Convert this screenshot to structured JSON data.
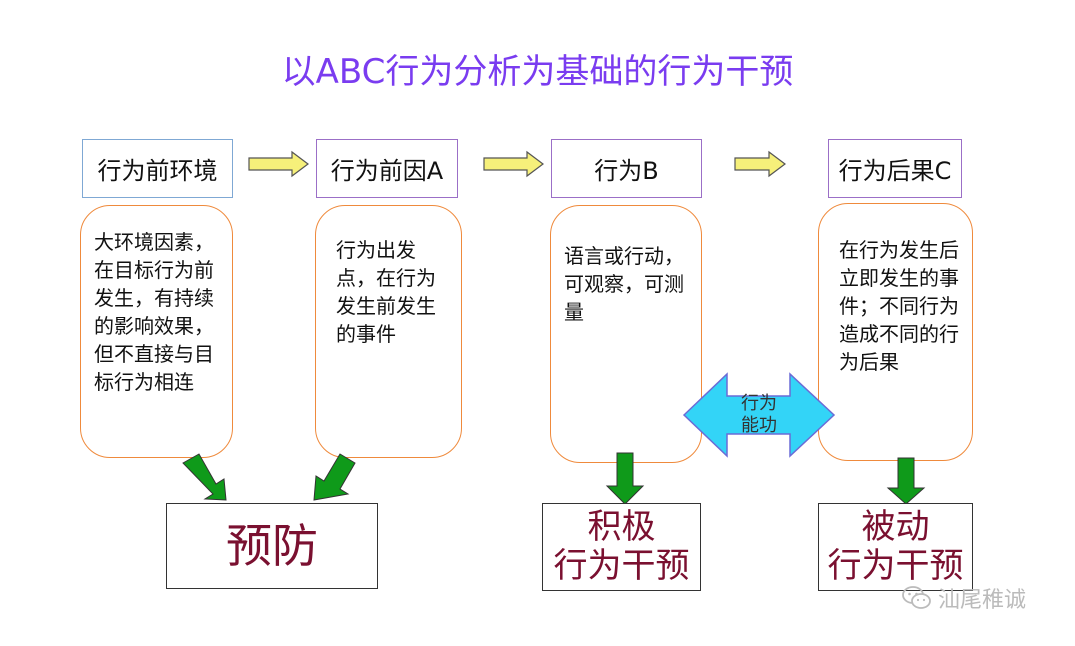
{
  "title": "以ABC行为分析为基础的行为干预",
  "headers": {
    "environment": "行为前环境",
    "antecedent": "行为前因A",
    "behavior": "行为B",
    "consequence": "行为后果C"
  },
  "descriptions": {
    "environment": "大环境因素，在目标行为前发生，有持续的影响效果，但不直接与目标行为相连",
    "antecedent": "行为出发点，在行为发生前发生的事件",
    "behavior": "语言或行动，可观察，可测量",
    "consequence": "在行为发生后立即发生的事件；不同行为造成不同的行为后果"
  },
  "results": {
    "prevention": "预防",
    "positive_line1": "积极",
    "positive_line2": "行为干预",
    "passive_line1": "被动",
    "passive_line2": "行为干预"
  },
  "function_arrow": {
    "line1": "行为",
    "line2": "能功"
  },
  "watermark": "汕尾稚诚",
  "colors": {
    "title": "#7a3cf0",
    "flow_arrow": "#f6f07a",
    "down_arrow": "#0f9a1a",
    "double_arrow": "#33d4f7",
    "desc_border": "#ef8a3c",
    "result_text": "#7a1030"
  },
  "icons": {
    "watermark_logo": "wechat-icon"
  }
}
